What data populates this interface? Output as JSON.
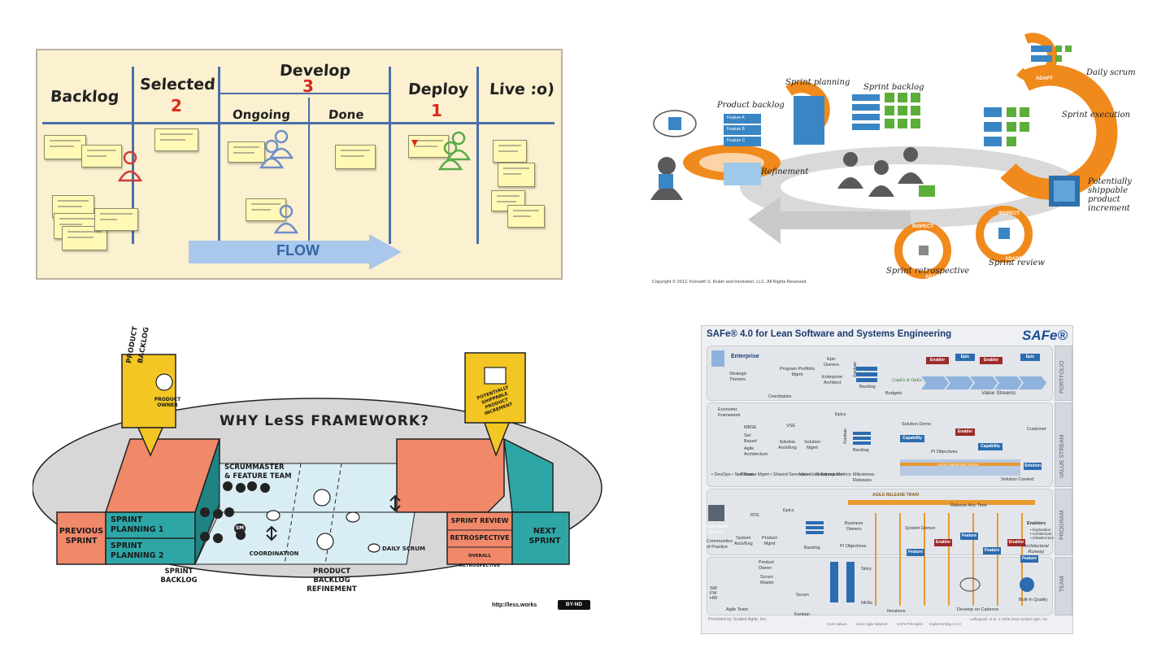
{
  "kanban": {
    "columns": [
      {
        "title": "Backlog",
        "wip": ""
      },
      {
        "title": "Selected",
        "wip": "2"
      },
      {
        "title": "Develop",
        "wip": "3"
      },
      {
        "title": "Deploy",
        "wip": "1"
      },
      {
        "title": "Live :o)",
        "wip": ""
      }
    ],
    "subcolumns": [
      "Ongoing",
      "Done"
    ],
    "flow_label": "FLOW",
    "colors": {
      "background": "#fbf0cf",
      "lines": "#4a6ea8",
      "wip": "#d62a1c",
      "arrow": "#a9c8ec"
    }
  },
  "scrum": {
    "labels": {
      "product_backlog": "Product backlog",
      "sprint_planning": "Sprint planning",
      "sprint_backlog": "Sprint backlog",
      "daily_scrum": "Daily scrum",
      "sprint_execution": "Sprint execution",
      "increment": "Potentially shippable product increment",
      "refinement": "Refinement",
      "sprint_review": "Sprint review",
      "sprint_retrospective": "Sprint retrospective",
      "inspect": "INSPECT",
      "adapt": "ADAPT"
    },
    "backlog_items": [
      "Feature A",
      "Feature B",
      "Feature C"
    ],
    "copyright": "Copyright © 2012, Kenneth S. Rubin and Innolution, LLC. All Rights Reserved.",
    "colors": {
      "orange": "#f08a1c",
      "blue": "#3a86c4",
      "green": "#5cae3a",
      "grey": "#c8c8c8"
    }
  },
  "less": {
    "title": "WHY LeSS FRAMEWORK?",
    "product_owner_sign": [
      "PRODUCT",
      "BACKLOG"
    ],
    "product_owner_label": "PRODUCT OWNER",
    "increment_sign": "POTENTIALLY SHIPPABLE PRODUCT INCREMENT",
    "team_label": [
      "SCRUMMASTER",
      "& FEATURE TEAM"
    ],
    "previous_sprint": [
      "PREVIOUS",
      "SPRINT"
    ],
    "next_sprint": [
      "NEXT",
      "SPRINT"
    ],
    "planning1": [
      "SPRINT",
      "PLANNING 1"
    ],
    "planning2": [
      "SPRINT",
      "PLANNING 2"
    ],
    "sprint_backlog": [
      "SPRINT",
      "BACKLOG"
    ],
    "coordination": "COORDINATION",
    "refinement": [
      "PRODUCT",
      "BACKLOG",
      "REFINEMENT"
    ],
    "daily_scrum": "DAILY SCRUM",
    "sprint_review": "SPRINT REVIEW",
    "retrospective": "RETROSPECTIVE",
    "overall_retrospective": "OVERALL RETROSPECTIVE",
    "sm_badge": "SM",
    "url": "http://less.works",
    "license": "BY-ND",
    "colors": {
      "salmon": "#f0886a",
      "teal": "#2fa6a6",
      "lightblue": "#d9edf5",
      "ellipse": "#d7d7d7",
      "sign": "#f3c623"
    }
  },
  "safe": {
    "title": "SAFe® 4.0 for Lean Software and Systems Engineering",
    "logo": "SAFe®",
    "levels": [
      "PORTFOLIO",
      "VALUE STREAM",
      "PROGRAM",
      "TEAM"
    ],
    "portfolio": {
      "enterprise": "Enterprise",
      "strategic_themes": [
        "Strategic",
        "Themes"
      ],
      "program_portfolio_mgmt": [
        "Program Portfolio",
        "Mgmt"
      ],
      "epic_owners": [
        "Epic",
        "Owners"
      ],
      "enterprise_architect": [
        "Enterprise",
        "Architect"
      ],
      "kanban": "Kanban",
      "backlog": "Backlog",
      "value_streams": "Value Streams",
      "coordination": "Coordination",
      "budgets": "Budgets",
      "capex": "CapEx & OpEx",
      "chips": [
        "Enabler",
        "Epic",
        "Enabler",
        "Epic"
      ]
    },
    "value_stream": {
      "economic_framework": [
        "Economic",
        "Framework"
      ],
      "vse": "VSE",
      "epics": "Epics",
      "mbse": "MBSE",
      "set_based": [
        "Set",
        "Based"
      ],
      "agile_architecture": [
        "Agile",
        "Architecture"
      ],
      "solution_arch": [
        "Solution",
        "Arch/Eng"
      ],
      "solution_mgmt": [
        "Solution",
        "Mgmt"
      ],
      "kanban": "Kanban",
      "backlog": "Backlog",
      "solution_demo": "Solution Demo",
      "pi_objectives": "PI Objectives",
      "capability": "Capability",
      "enabler": "Enabler",
      "customer": "Customer",
      "solution": "Solution",
      "solution_context": "Solution Context",
      "art_label": "AGILE RELEASE TRAIN",
      "shared": [
        "• DevOps",
        "• Sys Team",
        "• Release Mgmt",
        "• Shared Services",
        "• User Experience"
      ],
      "icons": [
        "Vision",
        "Roadmap",
        "Metrics",
        "Milestones",
        "Releases"
      ]
    },
    "program": {
      "rte": "RTE",
      "epics": "Epics",
      "sys_arch": [
        "System",
        "Arch/Eng"
      ],
      "product_mgmt": [
        "Product",
        "Mgmt"
      ],
      "business_owners": [
        "Business",
        "Owners"
      ],
      "pi_objectives": "PI Objectives",
      "system_demos": "System Demos",
      "release_any_time": "Release Any Time",
      "enablers": "Enablers",
      "enabler_items": [
        "• Exploration",
        "• Architecture",
        "• Infrastructure"
      ],
      "architectural_runway": [
        "Architectural",
        "Runway"
      ],
      "feature": "Feature",
      "enabler": "Enabler",
      "backlog": "Backlog",
      "art": "AGILE RELEASE TRAIN",
      "lean_agile": [
        "Lean-Agile",
        "Leaders"
      ],
      "communities": [
        "Communities",
        "of Practice"
      ]
    },
    "team": {
      "product_owner": [
        "Product",
        "Owner"
      ],
      "scrum_master": [
        "Scrum",
        "Master"
      ],
      "agile_team": "Agile Team",
      "scrum": "Scrum",
      "kanban": "Kanban",
      "iterations": "Iterations",
      "develop_on_cadence": "Develop on Cadence",
      "built_in_quality": "Built-in Quality",
      "roles": [
        "SW",
        "FW",
        "HW"
      ],
      "story": "Story",
      "nfrs": "NFRs"
    },
    "footer": {
      "provided_by": "Provided by Scaled Agile, Inc.",
      "values": [
        "Core Values",
        "Lean-Agile Mindset",
        "SAFe Principles",
        "Implementing 1-2-3"
      ],
      "legal": "Leffingwell, et al. © 2008-2016 Scaled Agile, Inc."
    },
    "colors": {
      "blue": "#1c4c96",
      "chip_blue": "#2b6cb0",
      "chip_red": "#9c2b2b",
      "orange": "#e89a2e",
      "panel": "#eef0f3"
    }
  }
}
